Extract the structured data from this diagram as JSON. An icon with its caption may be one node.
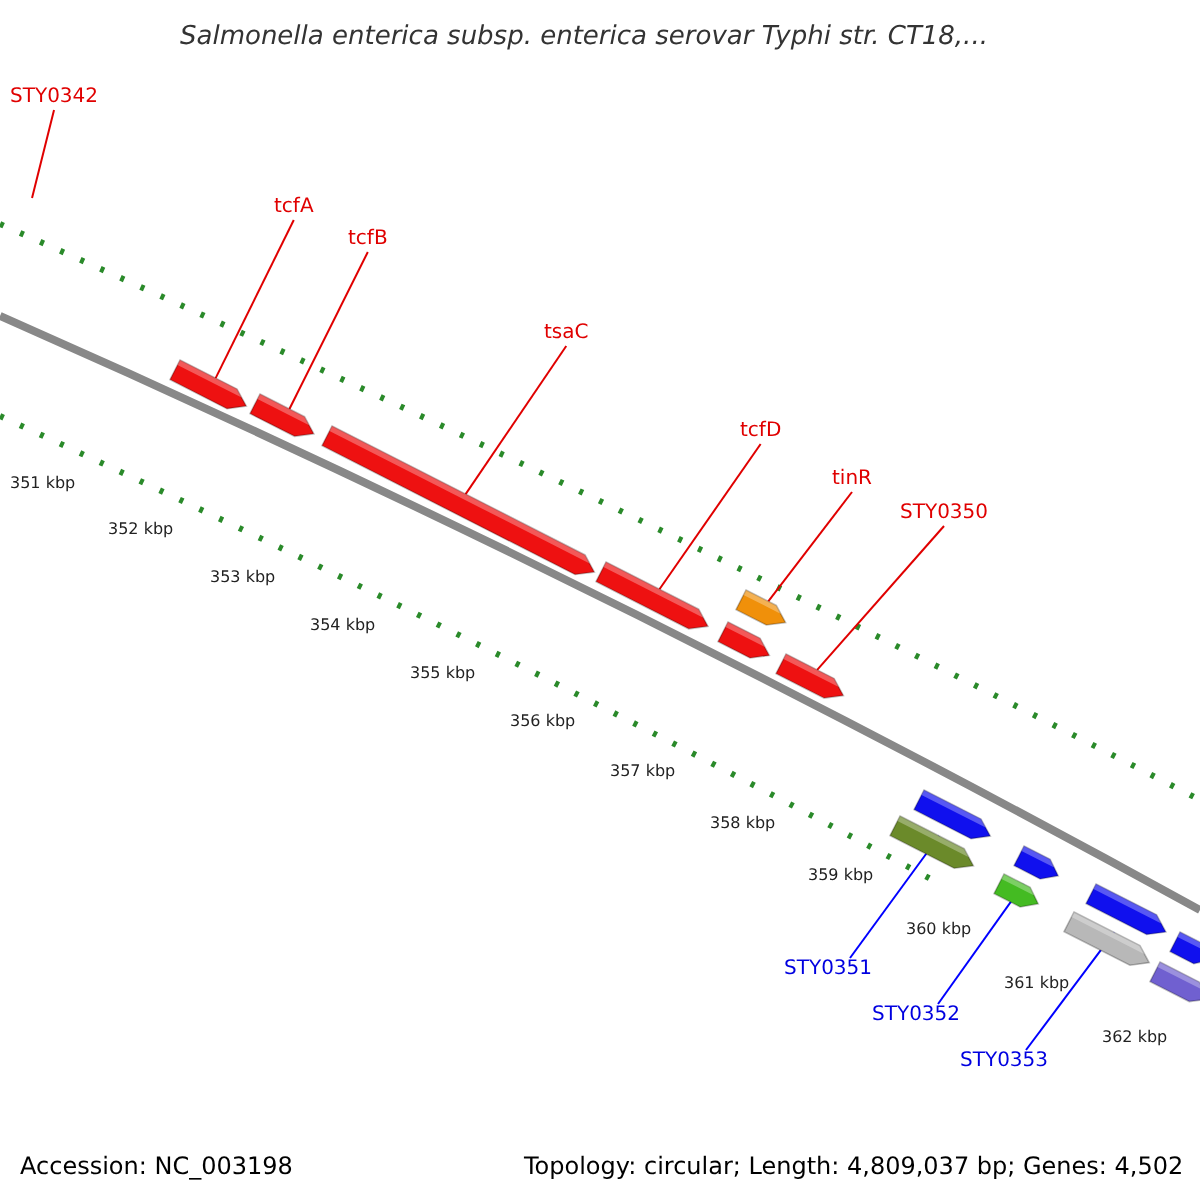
{
  "diagram": {
    "title": "Salmonella enterica subsp. enterica serovar Typhi str. CT18,...",
    "nodes": [
      {
        "text": [
          "STY0342"
        ]
      },
      {
        "text": [
          "tcfA"
        ]
      },
      {
        "text": [
          "tcfB"
        ]
      },
      {
        "text": [
          "tsaC"
        ]
      },
      {
        "text": [
          "tcfD"
        ]
      },
      {
        "text": [
          "tinR"
        ]
      },
      {
        "text": [
          "STY0350"
        ]
      },
      {
        "text": [
          "STY0351"
        ]
      },
      {
        "text": [
          "STY0352"
        ]
      },
      {
        "text": [
          "STY0353"
        ]
      },
      {
        "text": [],
        "shape": "bar"
      },
      {
        "text": [],
        "shape": "bar"
      },
      {
        "text": [],
        "shape": "bar"
      },
      {
        "text": [],
        "shape": "bar"
      },
      {
        "text": [],
        "shape": "bar"
      },
      {
        "text": [],
        "shape": "bar"
      },
      {
        "text": [],
        "shape": "bar"
      },
      {
        "text": [],
        "shape": "bar"
      },
      {
        "text": [],
        "shape": "bar"
      },
      {
        "text": [],
        "shape": "bar"
      },
      {
        "text": [],
        "shape": "bar"
      },
      {
        "text": [],
        "shape": "bar"
      },
      {
        "text": [],
        "shape": "bar"
      },
      {
        "text": [],
        "shape": "bar"
      },
      {
        "text": [],
        "shape": "bar"
      }
    ],
    "edges": [
      {
        "from": 0,
        "to": null,
        "arrow": "none"
      },
      {
        "from": 1,
        "to": 10,
        "arrow": "none"
      },
      {
        "from": 2,
        "to": 11,
        "arrow": "none"
      },
      {
        "from": 3,
        "to": 12,
        "arrow": "none"
      },
      {
        "from": 4,
        "to": 13,
        "arrow": "none"
      },
      {
        "from": 5,
        "to": 15,
        "arrow": "none"
      },
      {
        "from": 6,
        "to": 16,
        "arrow": "none"
      },
      {
        "from": 7,
        "to": 18,
        "arrow": "none",
        "color": "#0000ff"
      },
      {
        "from": 8,
        "to": 20,
        "arrow": "none",
        "color": "#0000ff"
      },
      {
        "from": 9,
        "to": 21,
        "arrow": "none",
        "color": "#0000ff"
      }
    ],
    "labels": [
      "351 kbp",
      "352 kbp",
      "353 kbp",
      "354 kbp",
      "355 kbp",
      "356 kbp",
      "357 kbp",
      "358 kbp",
      "359 kbp",
      "360 kbp",
      "361 kbp",
      "362 kbp",
      "Accession: NC_003198",
      "Topology: circular; Length: 4,809,037 bp; Genes: 4,502"
    ]
  }
}
